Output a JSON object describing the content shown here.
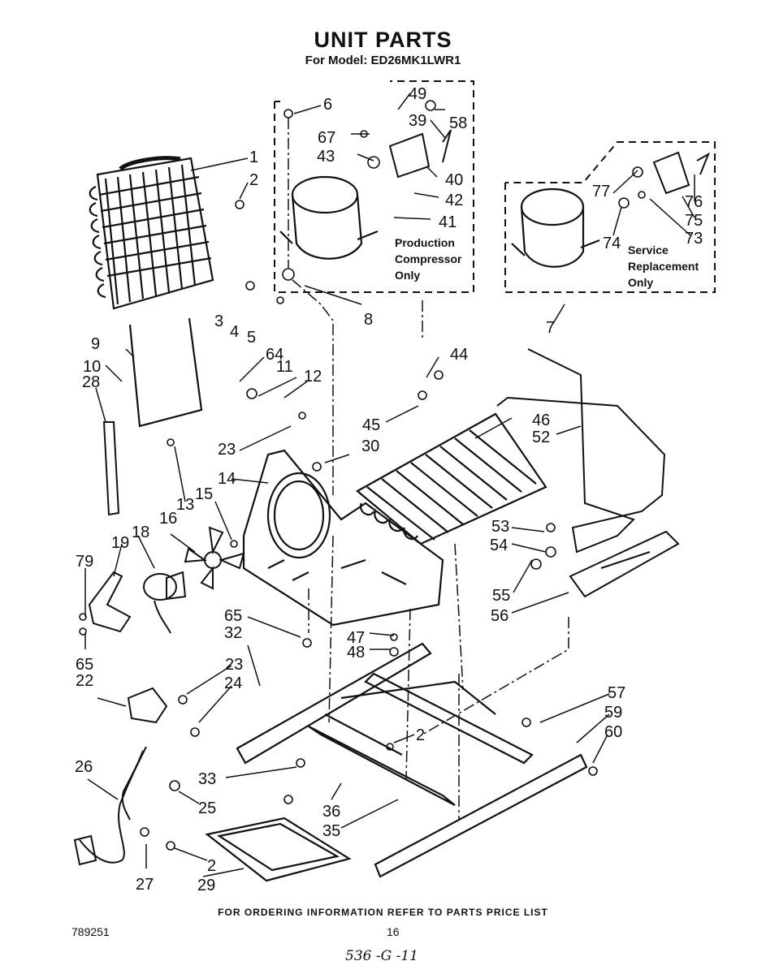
{
  "header": {
    "title": "UNIT PARTS",
    "subtitle": "For Model: ED26MK1LWR1"
  },
  "boxes": {
    "production": [
      "Production",
      "Compressor",
      "Only"
    ],
    "service": [
      "Service",
      "Replacement",
      "Only"
    ]
  },
  "callouts": [
    "1",
    "2",
    "3",
    "4",
    "5",
    "6",
    "7",
    "8",
    "9",
    "10",
    "11",
    "12",
    "13",
    "14",
    "15",
    "16",
    "18",
    "19",
    "22",
    "23",
    "23",
    "24",
    "25",
    "26",
    "27",
    "28",
    "29",
    "30",
    "32",
    "33",
    "35",
    "36",
    "39",
    "40",
    "41",
    "42",
    "43",
    "44",
    "45",
    "46",
    "47",
    "48",
    "49",
    "52",
    "53",
    "54",
    "55",
    "56",
    "57",
    "58",
    "59",
    "60",
    "64",
    "65",
    "65",
    "67",
    "73",
    "74",
    "75",
    "76",
    "77",
    "2",
    "2"
  ],
  "footer": {
    "note": "FOR ORDERING INFORMATION REFER TO PARTS PRICE LIST",
    "doc_number": "789251",
    "page_number": "16",
    "handwritten": "536 -G -11"
  }
}
